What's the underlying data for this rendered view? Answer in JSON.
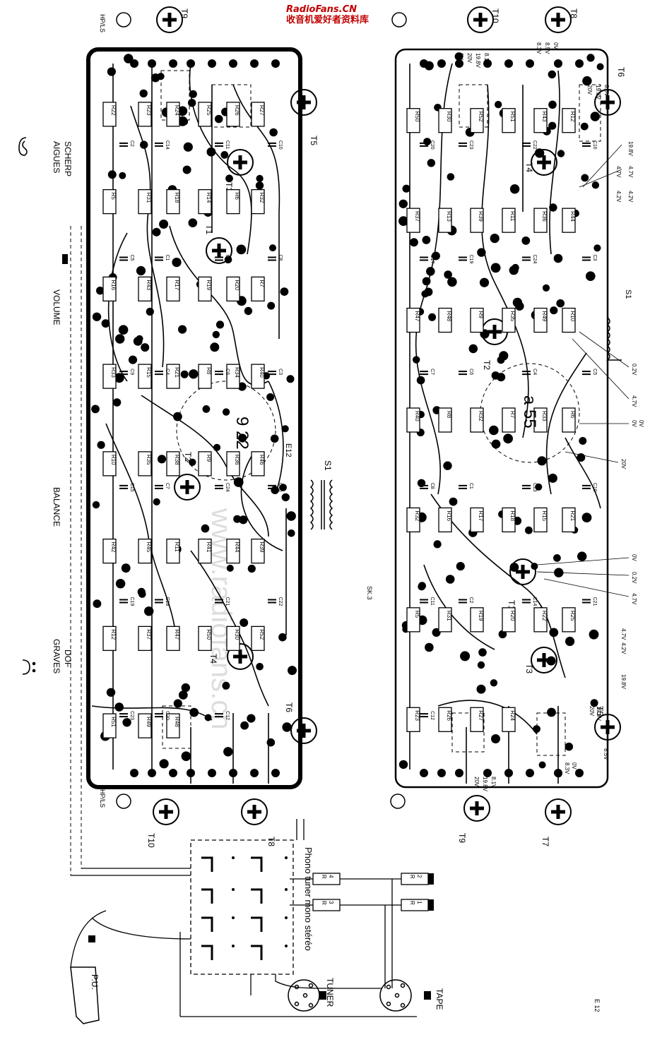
{
  "watermark": {
    "site": "RadioFans.CN",
    "subtitle": "收音机爱好者资料库",
    "faint": "www.radiofans.cn"
  },
  "controls": {
    "treble": {
      "fr": "AIGUES",
      "nl": "SCHERP"
    },
    "volume": "VOLUME",
    "balance": "BALANCE",
    "bass": {
      "fr": "GRAVES",
      "nl": "DOF"
    }
  },
  "left_board": {
    "label": "E12",
    "code": "9 22",
    "speaker_top": "HP/LS",
    "speaker_bottom": "HP/LS",
    "transformer": "S1",
    "transistors": [
      "T9",
      "T5",
      "T3",
      "T1",
      "T2",
      "T4",
      "T6",
      "T10",
      "T8"
    ],
    "resistors": [
      "R22",
      "R23",
      "R24",
      "R25",
      "R26",
      "R27",
      "R5",
      "R31",
      "R18",
      "R14",
      "R6",
      "R32",
      "R16",
      "R43",
      "R17",
      "R19",
      "R20",
      "R7",
      "R33",
      "R15",
      "R21",
      "R8",
      "R34",
      "R40",
      "R10",
      "R35",
      "R38",
      "R9",
      "R36",
      "R46",
      "R42",
      "R45",
      "R11",
      "R41",
      "R44",
      "R39",
      "R12",
      "R37",
      "R47",
      "R50",
      "R30",
      "R52",
      "R51",
      "R49",
      "R48"
    ],
    "capacitors": [
      "C2",
      "C14",
      "C11",
      "C10",
      "C5",
      "C1",
      "C13",
      "C8",
      "C9",
      "C4",
      "C6",
      "C3",
      "C15",
      "C7",
      "C24",
      "C16",
      "C19",
      "C18",
      "C21",
      "C22",
      "C23",
      "C20",
      "C12"
    ]
  },
  "right_board": {
    "code": "a 55",
    "transistors": [
      "T10",
      "T8",
      "T6",
      "T4",
      "T2",
      "T1",
      "T3",
      "T5",
      "T9",
      "T7"
    ],
    "connector": "SK.3",
    "switch": "S1",
    "resistors": [
      "R50",
      "R30",
      "R52",
      "R51",
      "R43",
      "R12",
      "R37",
      "R13",
      "R39",
      "R11",
      "R36",
      "R44",
      "R47",
      "R48",
      "R9",
      "R35",
      "R49",
      "R10",
      "R40",
      "R8",
      "R32",
      "R7",
      "R33",
      "R6",
      "R32",
      "R16",
      "R17",
      "R18",
      "R15",
      "R21",
      "R5",
      "R31",
      "R19",
      "R20",
      "R22",
      "R25",
      "R23",
      "R26",
      "R27",
      "R24"
    ],
    "capacitors": [
      "C20",
      "C23",
      "C22",
      "C16",
      "C17",
      "C19",
      "C24",
      "C3",
      "C7",
      "C6",
      "C4",
      "C5",
      "C8",
      "C1",
      "C13",
      "C10",
      "C11",
      "C2",
      "C14",
      "C21",
      "C12"
    ],
    "voltages_top": [
      "0V",
      "20V",
      "19.8V",
      "8.1V",
      "8.3V",
      "8.5V",
      "0V",
      "20V",
      "19.8V",
      "8.5V"
    ],
    "voltages_mid": [
      "19.8V",
      "4.7V",
      "4.2V",
      "4.7V",
      "4.2V",
      "0.2V",
      "4.7V",
      "0V",
      "0V",
      "20V"
    ],
    "voltages_low": [
      "0V",
      "0.2V",
      "4.7V",
      "4.7V",
      "4.2V",
      "19.8V",
      "20V",
      "19.8V",
      "8.5V",
      "8.3V",
      "0V",
      "20V",
      "19.8V",
      "8.1V"
    ]
  },
  "input_section": {
    "selector_label": "Phono tuner mono stéréo",
    "pickup": "P.U.",
    "tuner": "TUNER",
    "tape": "TAPE",
    "resistors": [
      {
        "r": "R",
        "n": "4"
      },
      {
        "r": "R",
        "n": "3"
      },
      {
        "r": "R",
        "n": "2"
      },
      {
        "r": "R",
        "n": "1"
      }
    ],
    "board_ref": "E 12"
  }
}
